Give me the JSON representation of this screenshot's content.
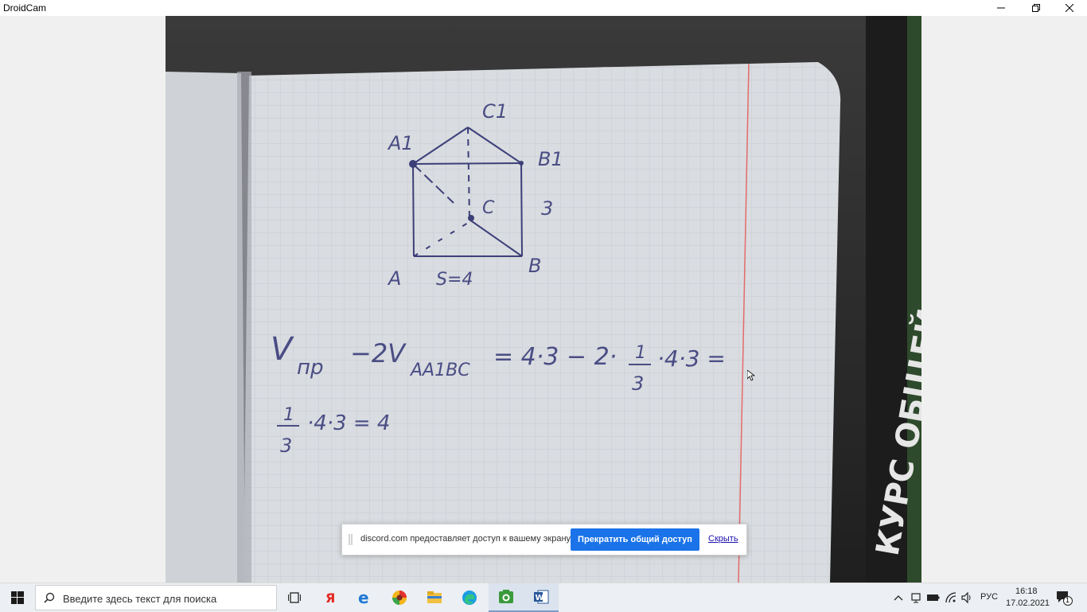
{
  "window": {
    "title": "DroidCam",
    "controls": [
      "minimize-icon",
      "restore-icon",
      "close-icon"
    ]
  },
  "video": {
    "notebook_labels": {
      "a1": "A1",
      "c1": "C1",
      "b1": "B1",
      "c": "C",
      "a": "A",
      "b": "B",
      "edge": "3",
      "area": "S=4"
    },
    "formula_line1": "V",
    "formula_sub1": "пр",
    "formula_minus": "−2V",
    "formula_sub2": "AA1BC",
    "formula_rest": "= 4·3 − 2·",
    "frac1_num": "1",
    "frac1_den": "3",
    "formula_tail": "·4·3 =",
    "frac2_num": "1",
    "frac2_den": "3",
    "formula_line2": "·4·3 = 4",
    "side_text": "КУРС ОБЩЕЙ ФИЗИКИ"
  },
  "share_bar": {
    "message": "discord.com предоставляет доступ к вашему экрану.",
    "stop_button": "Прекратить общий доступ",
    "hide_link": "Скрыть"
  },
  "taskbar": {
    "search_placeholder": "Введите здесь текст для поиска",
    "apps": [
      "task-view-icon",
      "yandex-browser-icon",
      "edge-legacy-icon",
      "yandex-app-icon",
      "file-explorer-icon",
      "edge-icon",
      "droidcam-icon",
      "word-icon"
    ],
    "language": "РУС",
    "time": "16:18",
    "date": "17.02.2021",
    "notifications_count": "1"
  },
  "colors": {
    "accent_button": "#1a73e8",
    "taskbar_bg": "#eceff3",
    "paper": "#d9dce0",
    "ink": "#3c3f78",
    "margin_line": "#e36a6a"
  }
}
